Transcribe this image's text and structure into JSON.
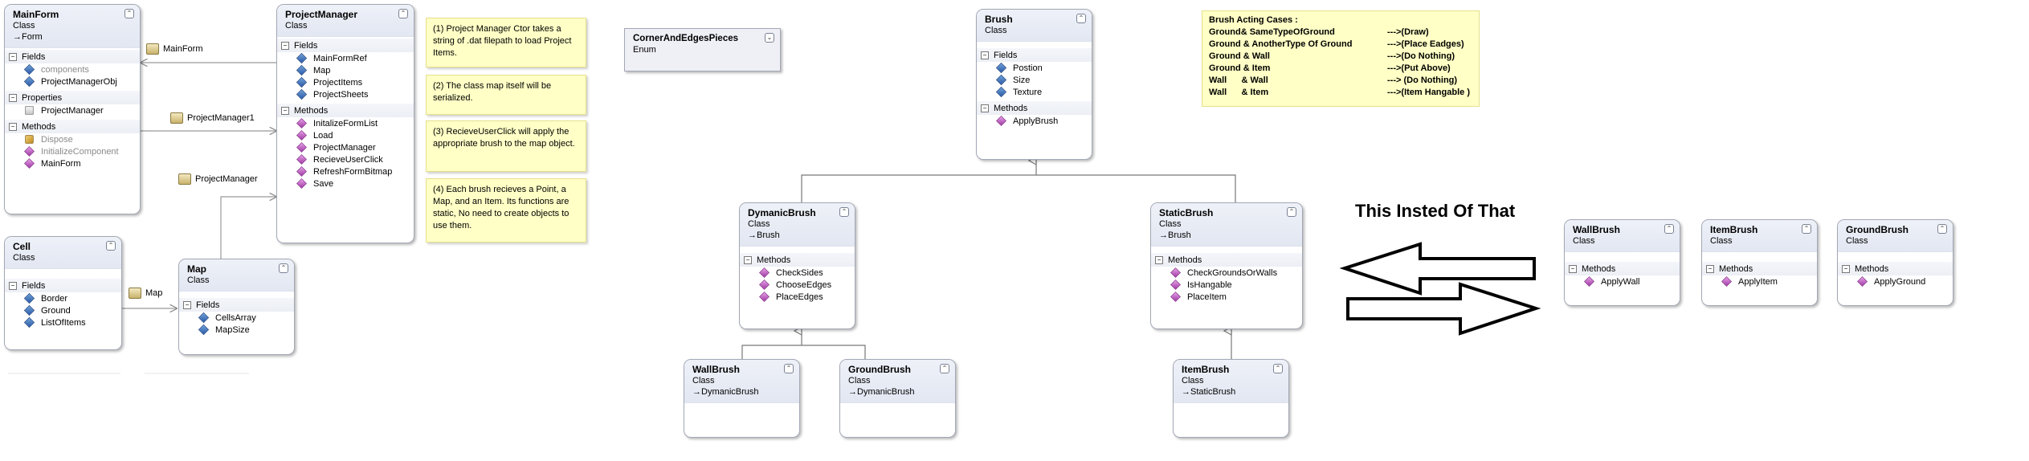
{
  "classes": {
    "mainform": {
      "title": "MainForm",
      "stereotype": "Class",
      "base": "Form",
      "sections": {
        "fields": {
          "label": "Fields",
          "items": [
            "components",
            "ProjectManagerObj"
          ]
        },
        "properties": {
          "label": "Properties",
          "items": [
            "ProjectManager"
          ]
        },
        "methods": {
          "label": "Methods",
          "items": [
            "Dispose",
            "InitializeComponent",
            "MainForm"
          ]
        }
      }
    },
    "projectmanager": {
      "title": "ProjectManager",
      "stereotype": "Class",
      "sections": {
        "fields": {
          "label": "Fields",
          "items": [
            "MainFormRef",
            "Map",
            "ProjectItems",
            "ProjectSheets"
          ]
        },
        "methods": {
          "label": "Methods",
          "items": [
            "InitalizeFormList",
            "Load",
            "ProjectManager",
            "RecieveUserClick",
            "RefreshFormBitmap",
            "Save"
          ]
        }
      }
    },
    "cell": {
      "title": "Cell",
      "stereotype": "Class",
      "sections": {
        "fields": {
          "label": "Fields",
          "items": [
            "Border",
            "Ground",
            "ListOfItems"
          ]
        }
      }
    },
    "map": {
      "title": "Map",
      "stereotype": "Class",
      "sections": {
        "fields": {
          "label": "Fields",
          "items": [
            "CellsArray",
            "MapSize"
          ]
        }
      }
    },
    "corner": {
      "title": "CornerAndEdgesPieces",
      "stereotype": "Enum"
    },
    "brush": {
      "title": "Brush",
      "stereotype": "Class",
      "sections": {
        "fields": {
          "label": "Fields",
          "items": [
            "Postion",
            "Size",
            "Texture"
          ]
        },
        "methods": {
          "label": "Methods",
          "items": [
            "ApplyBrush"
          ]
        }
      }
    },
    "dynamicbrush": {
      "title": "DymanicBrush",
      "stereotype": "Class",
      "base": "Brush",
      "sections": {
        "methods": {
          "label": "Methods",
          "items": [
            "CheckSides",
            "ChooseEdges",
            "PlaceEdges"
          ]
        }
      }
    },
    "staticbrush": {
      "title": "StaticBrush",
      "stereotype": "Class",
      "base": "Brush",
      "sections": {
        "methods": {
          "label": "Methods",
          "items": [
            "CheckGroundsOrWalls",
            "IsHangable",
            "PlaceItem"
          ]
        }
      }
    },
    "wallbrush1": {
      "title": "WallBrush",
      "stereotype": "Class",
      "base": "DymanicBrush"
    },
    "groundbrush1": {
      "title": "GroundBrush",
      "stereotype": "Class",
      "base": "DymanicBrush"
    },
    "itembrush1": {
      "title": "ItemBrush",
      "stereotype": "Class",
      "base": "StaticBrush"
    },
    "wallbrush2": {
      "title": "WallBrush",
      "stereotype": "Class",
      "sections": {
        "methods": {
          "label": "Methods",
          "items": [
            "ApplyWall"
          ]
        }
      }
    },
    "itembrush2": {
      "title": "ItemBrush",
      "stereotype": "Class",
      "sections": {
        "methods": {
          "label": "Methods",
          "items": [
            "ApplyItem"
          ]
        }
      }
    },
    "groundbrush2": {
      "title": "GroundBrush",
      "stereotype": "Class",
      "sections": {
        "methods": {
          "label": "Methods",
          "items": [
            "ApplyGround"
          ]
        }
      }
    }
  },
  "associations": {
    "mainform": "MainForm",
    "projectmanager1": "ProjectManager1",
    "projectmanager": "ProjectManager",
    "map": "Map"
  },
  "notes": [
    "(1) Project Manager Ctor takes a string of .dat filepath to load Project Items.",
    "(2) The class map itself will be serialized.",
    "(3) RecieveUserClick will apply the appropriate brush to the map object.",
    "(4) Each brush recieves a Point, a Map, and an Item. Its functions are static, No need to create objects to use them."
  ],
  "cases": {
    "title": "Brush Acting Cases :",
    "rows": [
      {
        "left": "Ground& SameTypeOfGround",
        "right": "--->(Draw)"
      },
      {
        "left": "Ground & AnotherType Of Ground",
        "right": "--->(Place Eadges)"
      },
      {
        "left": "Ground & Wall",
        "right": "--->(Do Nothing)"
      },
      {
        "left": "Ground & Item",
        "right": "--->(Put Above)"
      },
      {
        "left": "Wall      & Wall",
        "right": "---> (Do Nothing)"
      },
      {
        "left": "Wall      & Item",
        "right": "--->(Item Hangable )"
      }
    ]
  },
  "caption": "This Insted Of That"
}
